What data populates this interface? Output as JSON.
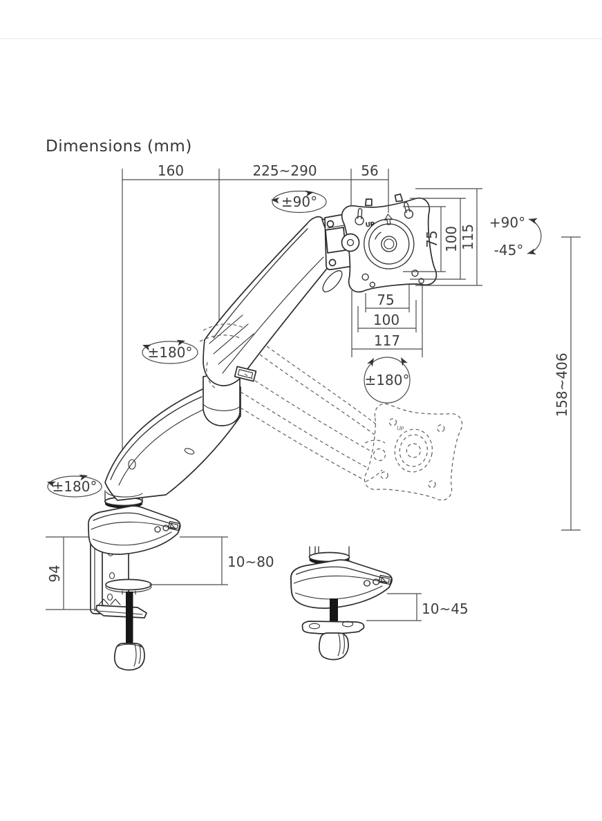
{
  "title": "Dimensions (mm)",
  "colors": {
    "line": "#2d2d2d",
    "text": "#3d3d3d",
    "background": "#ffffff"
  },
  "labels": {
    "up": "UP"
  },
  "dims": {
    "arm_rear_offset": "160",
    "arm_extension": "225~290",
    "head_depth": "56",
    "vesa_vertical_75": "75",
    "vesa_vertical_100": "100",
    "plate_height_115": "115",
    "vesa_horizontal_75": "75",
    "vesa_horizontal_100": "100",
    "plate_width_117": "117",
    "height_range": "158~406",
    "clamp_bracket_height": "94",
    "clamp_desk_thickness": "10~80",
    "grommet_desk_thickness": "10~45"
  },
  "angles": {
    "head_swivel": "±90°",
    "tilt_up": "+90°",
    "tilt_down": "-45°",
    "head_rotation": "±180°",
    "elbow_swivel": "±180°",
    "base_swivel": "±180°"
  }
}
